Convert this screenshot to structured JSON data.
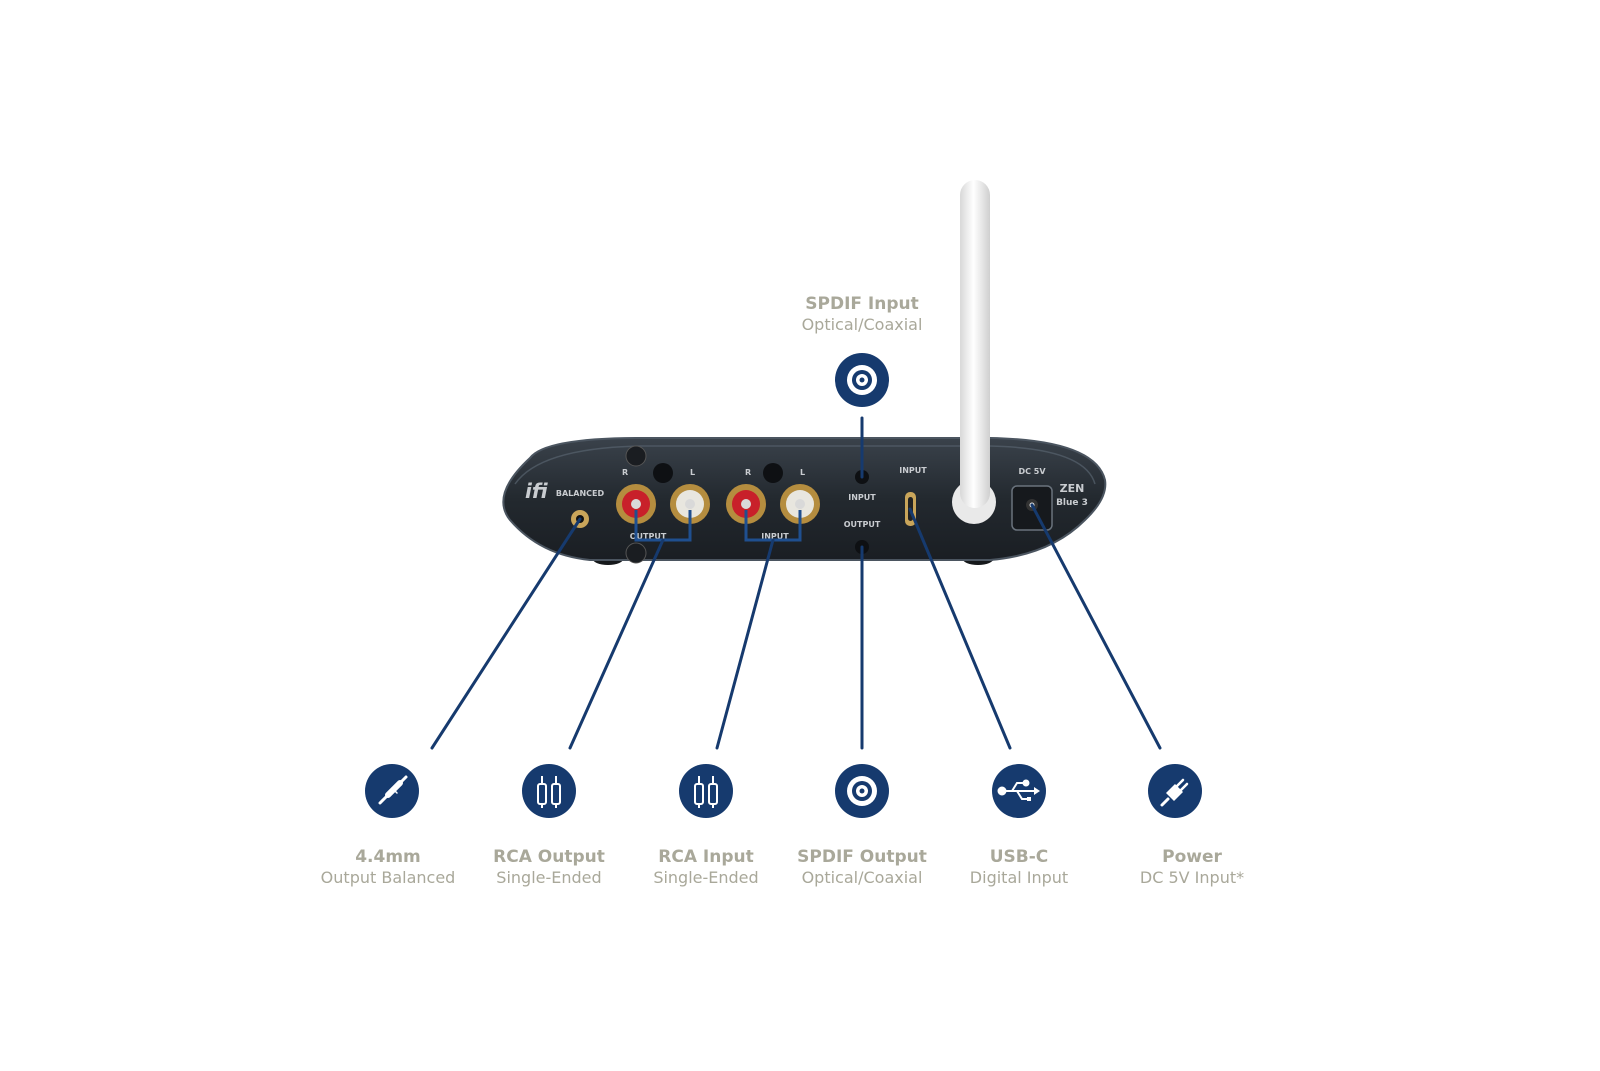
{
  "top_callout": {
    "title": "SPDIF Input",
    "subtitle": "Optical/Coaxial",
    "icon": "optical-port-icon"
  },
  "callouts": [
    {
      "title": "4.4mm",
      "subtitle": "Output Balanced",
      "icon": "balanced-jack-icon"
    },
    {
      "title": "RCA Output",
      "subtitle": "Single-Ended",
      "icon": "rca-plugs-icon"
    },
    {
      "title": "RCA Input",
      "subtitle": "Single-Ended",
      "icon": "rca-plugs-icon"
    },
    {
      "title": "SPDIF Output",
      "subtitle": "Optical/Coaxial",
      "icon": "optical-port-icon"
    },
    {
      "title": "USB-C",
      "subtitle": "Digital Input",
      "icon": "usb-icon"
    },
    {
      "title": "Power",
      "subtitle": "DC 5V Input*",
      "icon": "power-plug-icon"
    }
  ],
  "device": {
    "brand": "ifi",
    "balanced_label": "BALANCED",
    "output_label": "OUTPUT",
    "input_label": "INPUT",
    "r_label": "R",
    "l_label": "L",
    "spdif_input_label": "INPUT",
    "spdif_output_label": "OUTPUT",
    "usb_input_label": "INPUT",
    "dc_label": "DC 5V",
    "model_line1": "ZEN",
    "model_line2": "Blue 3"
  },
  "colors": {
    "accent": "#163a6e",
    "label_text": "#a9a89a",
    "device_body": "#2b3138",
    "rca_red": "#c8202a",
    "rca_white": "#e8e6df",
    "gold": "#c9a55a"
  }
}
